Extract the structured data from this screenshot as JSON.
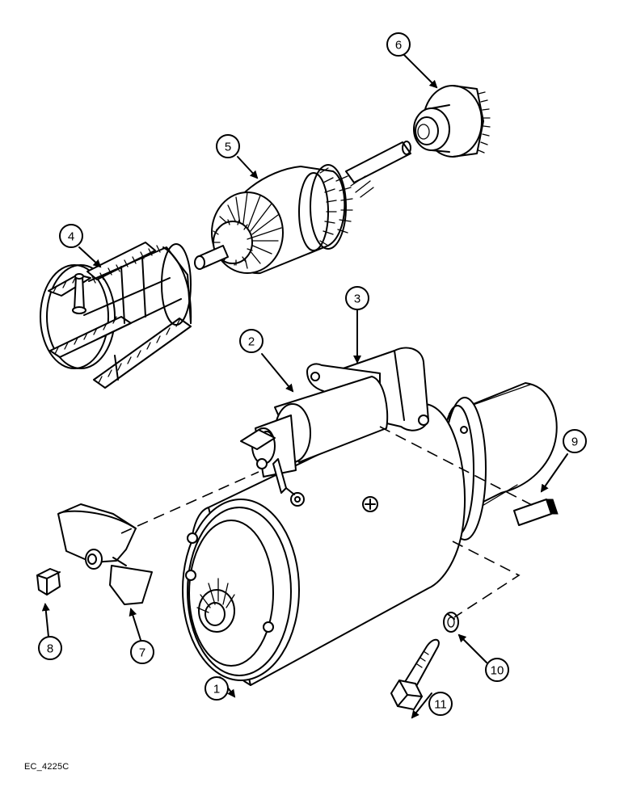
{
  "figure_code": "EC_4225C",
  "callouts": [
    {
      "id": "1",
      "label": "1"
    },
    {
      "id": "2",
      "label": "2"
    },
    {
      "id": "3",
      "label": "3"
    },
    {
      "id": "4",
      "label": "4"
    },
    {
      "id": "5",
      "label": "5"
    },
    {
      "id": "6",
      "label": "6"
    },
    {
      "id": "7",
      "label": "7"
    },
    {
      "id": "8",
      "label": "8"
    },
    {
      "id": "9",
      "label": "9"
    },
    {
      "id": "10",
      "label": "10"
    },
    {
      "id": "11",
      "label": "11"
    }
  ]
}
